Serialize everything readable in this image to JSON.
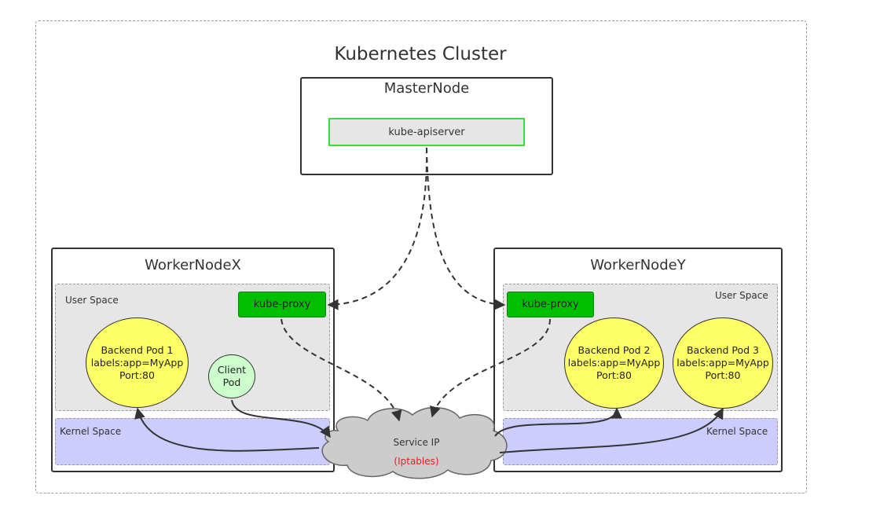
{
  "cluster": {
    "title": "Kubernetes Cluster"
  },
  "master": {
    "title": "MasterNode",
    "apiserver": "kube-apiserver"
  },
  "worker_x": {
    "title": "WorkerNodeX",
    "user_space": "User Space",
    "kernel_space": "Kernel Space",
    "proxy": "kube-proxy",
    "backend_pod": {
      "line1": "Backend Pod 1",
      "line2": "labels:app=MyApp",
      "line3": "Port:80"
    },
    "client_pod": {
      "line1": "Client",
      "line2": "Pod"
    }
  },
  "worker_y": {
    "title": "WorkerNodeY",
    "user_space": "User Space",
    "kernel_space": "Kernel Space",
    "proxy": "kube-proxy",
    "backend_pod_2": {
      "line1": "Backend Pod 2",
      "line2": "labels:app=MyApp",
      "line3": "Port:80"
    },
    "backend_pod_3": {
      "line1": "Backend Pod 3",
      "line2": "labels:app=MyApp",
      "line3": "Port:80"
    }
  },
  "service": {
    "label": "Service IP",
    "sublabel": "(Iptables)"
  },
  "colors": {
    "apiserver_border": "#40d940",
    "proxy_fill": "#00bf00",
    "pod_fill": "#ffff66",
    "client_pod_fill": "#ccffcc",
    "user_space_fill": "#e6e6e6",
    "kernel_space_fill": "#ccccff",
    "iptables_text": "#e02020"
  }
}
